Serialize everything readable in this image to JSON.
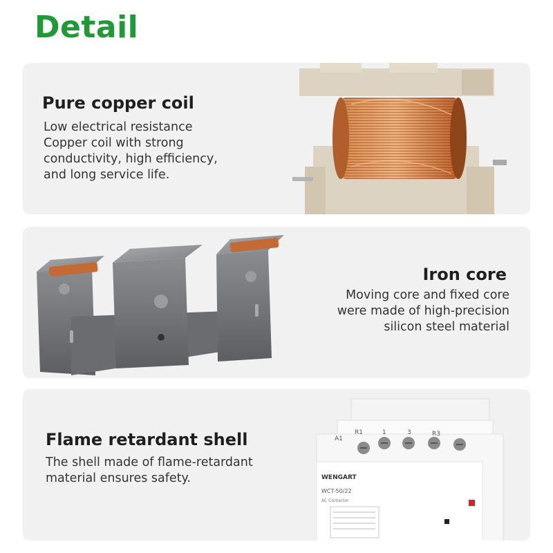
{
  "header": {
    "title": "Detail"
  },
  "sections": [
    {
      "heading": "Pure copper coil",
      "lines": [
        "Low electrical resistance",
        "Copper coil with strong",
        "conductivity, high efficiency,",
        "and long service life."
      ]
    },
    {
      "heading": "Iron core",
      "lines": [
        "Moving core and fixed core",
        "were made of high-precision",
        "silicon steel material"
      ]
    },
    {
      "heading": "Flame retardant shell",
      "lines": [
        "The shell made of flame-retardant",
        "material ensures safety."
      ]
    }
  ],
  "contactor": {
    "terminals": [
      "A1",
      "R1",
      "1",
      "3",
      "R3"
    ],
    "brand": "WENGART",
    "model": "WCT-50/22",
    "type": "AC Contactor"
  },
  "colors": {
    "title": "#1f9a36",
    "card_bg": "#f1f1f1",
    "copper": "#c46a34"
  }
}
